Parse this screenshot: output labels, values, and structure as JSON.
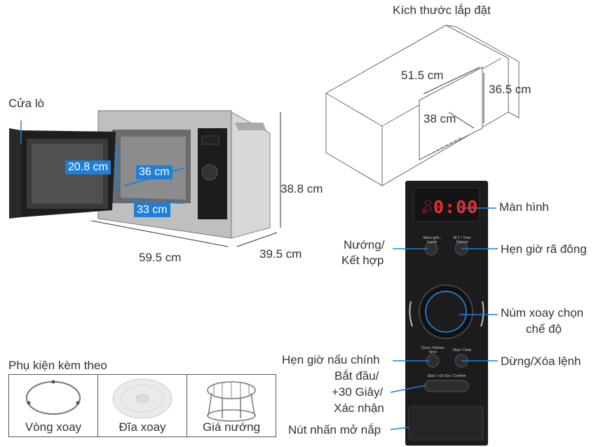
{
  "install_size": {
    "title": "Kích thước lắp đặt",
    "width": "51.5 cm",
    "height": "36.5 cm",
    "depth": "38 cm"
  },
  "oven": {
    "door_label": "Cửa lò",
    "inner_height": "20.8 cm",
    "inner_width": "36 cm",
    "inner_depth": "33 cm",
    "outer_height": "38.8 cm",
    "outer_width": "59.5 cm",
    "outer_depth": "39.5 cm"
  },
  "panel": {
    "display_text": "0:00",
    "display_prefix": "8",
    "btn_combi": "Micro-grill / Combi",
    "btn_defrost": "W.T. / Time Defrost",
    "btn_clock": "Clock / Kitchen Timer",
    "btn_stop": "Stop / Clear",
    "btn_start": "Start / +30 Sec / Confirm",
    "callouts": {
      "screen": "Màn hình",
      "grill_1": "Nướng/",
      "grill_2": "Kết hợp",
      "defrost": "Hẹn giờ rã đông",
      "knob_1": "Núm xoay chọn",
      "knob_2": "chế độ",
      "clock": "Hẹn giờ nấu chính",
      "stop": "Dừng/Xóa lệnh",
      "start_1": "Bắt đầu/",
      "start_2": "+30 Giây/",
      "start_3": "Xác nhận",
      "door_btn": "Nút nhấn mở nắp"
    }
  },
  "accessories": {
    "title": "Phụ kiện kèm theo",
    "items": [
      {
        "name": "Vòng xoay",
        "icon": "ring-icon"
      },
      {
        "name": "Đĩa xoay",
        "icon": "plate-icon"
      },
      {
        "name": "Giá nướng",
        "icon": "rack-icon"
      }
    ]
  },
  "colors": {
    "accent": "#1e7fd6",
    "panel": "#1c1c1c",
    "display_red": "#e53030"
  }
}
